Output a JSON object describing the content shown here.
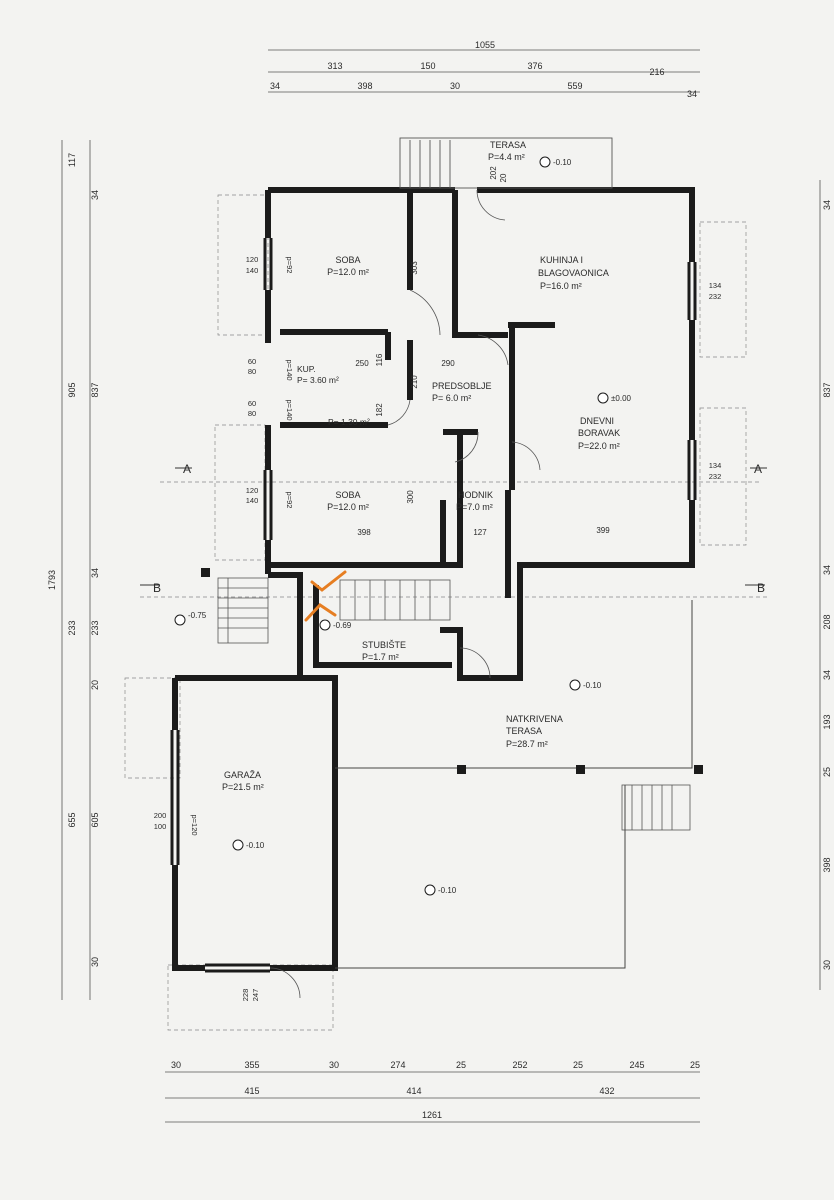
{
  "dimensions": {
    "top_total": "1055",
    "top_row1": [
      "313",
      "150",
      "376",
      "216"
    ],
    "top_row2": [
      "34",
      "398",
      "30",
      "559",
      "34"
    ],
    "bottom_row1": [
      "30",
      "355",
      "30",
      "274",
      "25",
      "252",
      "25",
      "245",
      "25"
    ],
    "bottom_row2": [
      "415",
      "414",
      "432"
    ],
    "bottom_total": "1261",
    "left_outer": [
      "117",
      "905",
      "1793",
      "655"
    ],
    "left_inner": [
      "34",
      "837",
      "34",
      "233",
      "233",
      "20",
      "605",
      "30"
    ],
    "right_side": [
      "34",
      "837",
      "34",
      "208",
      "34",
      "193",
      "25",
      "398",
      "30"
    ]
  },
  "rooms": [
    {
      "id": "terasa-top",
      "name": "TERASA",
      "area": "P=4.4 m²"
    },
    {
      "id": "soba-1",
      "name": "SOBA",
      "area": "P=12.0 m²"
    },
    {
      "id": "kuhinja",
      "name": "KUHINJA I",
      "name2": "BLAGOVAONICA",
      "area": "P=16.0 m²"
    },
    {
      "id": "kup",
      "name": "KUP.",
      "area": "P= 3.60 m²"
    },
    {
      "id": "wc",
      "area": "P= 1.30 m²"
    },
    {
      "id": "predsoblje",
      "name": "PREDSOBLJE",
      "area": "P= 6.0 m²"
    },
    {
      "id": "dnevni",
      "name": "DNEVNI",
      "name2": "BORAVAK",
      "area": "P=22.0 m²"
    },
    {
      "id": "soba-2",
      "name": "SOBA",
      "area": "P=12.0 m²"
    },
    {
      "id": "hodnik",
      "name": "HODNIK",
      "area": "P=7.0 m²"
    },
    {
      "id": "stubiste",
      "name": "STUBIŠTE",
      "area": "P=1.7 m²"
    },
    {
      "id": "natkrivena",
      "name": "NATKRIVENA",
      "name2": "TERASA",
      "area": "P=28.7 m²"
    },
    {
      "id": "garaza",
      "name": "GARAŽA",
      "area": "P=21.5 m²"
    }
  ],
  "levels": {
    "terasa": "-0.10",
    "main": "±0.00",
    "entry": "-0.75",
    "stair": "-0.69",
    "covered": "-0.10",
    "garage": "-0.10",
    "yard": "-0.10"
  },
  "interior_dims": {
    "soba1_h": "303",
    "kup_w": "250",
    "kup_d": "116",
    "pred_w": "290",
    "pred_h": "210",
    "wc_h": "182",
    "soba2_w": "398",
    "soba2_h": "300",
    "hodnik_w": "127",
    "dnevni_w": "399",
    "terasa_h1": "202",
    "terasa_h2": "20"
  },
  "windows": {
    "w1": [
      "120",
      "140",
      "p=92"
    ],
    "w2": [
      "60",
      "80",
      "p=140"
    ],
    "w3": [
      "60",
      "80",
      "p=140"
    ],
    "w4": [
      "120",
      "140",
      "p=92"
    ],
    "w5": [
      "134",
      "232"
    ],
    "w6": [
      "134",
      "232"
    ],
    "w7": [
      "200",
      "100",
      "p=120"
    ],
    "w8": [
      "228",
      "247"
    ]
  },
  "sections": {
    "a": "A",
    "b": "B"
  },
  "colors": {
    "wall": "#1b1b1b",
    "line": "#555555",
    "paper": "#f3f3f1",
    "accent": "#e67e22"
  }
}
